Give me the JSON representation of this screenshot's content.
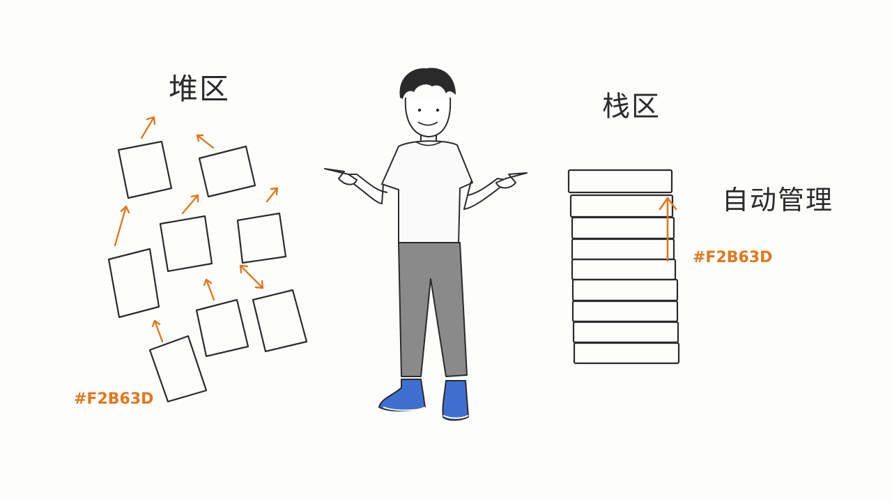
{
  "heap": {
    "title": "堆区",
    "color_code": "#F2B63D"
  },
  "stack": {
    "title": "栈区",
    "note": "自动管理",
    "color_code": "#F2B63D"
  },
  "colors": {
    "ink": "#2a2a2a",
    "accent_orange": "#e0781e",
    "shoe_blue": "#3f6fd0",
    "pants_gray": "#8a8a8a",
    "paper": "#fdfdfc"
  },
  "icons": {
    "heap_blocks": "scattered-square-blocks",
    "stack_blocks": "stacked-layer-blocks",
    "person": "pointing-person-illustration"
  }
}
